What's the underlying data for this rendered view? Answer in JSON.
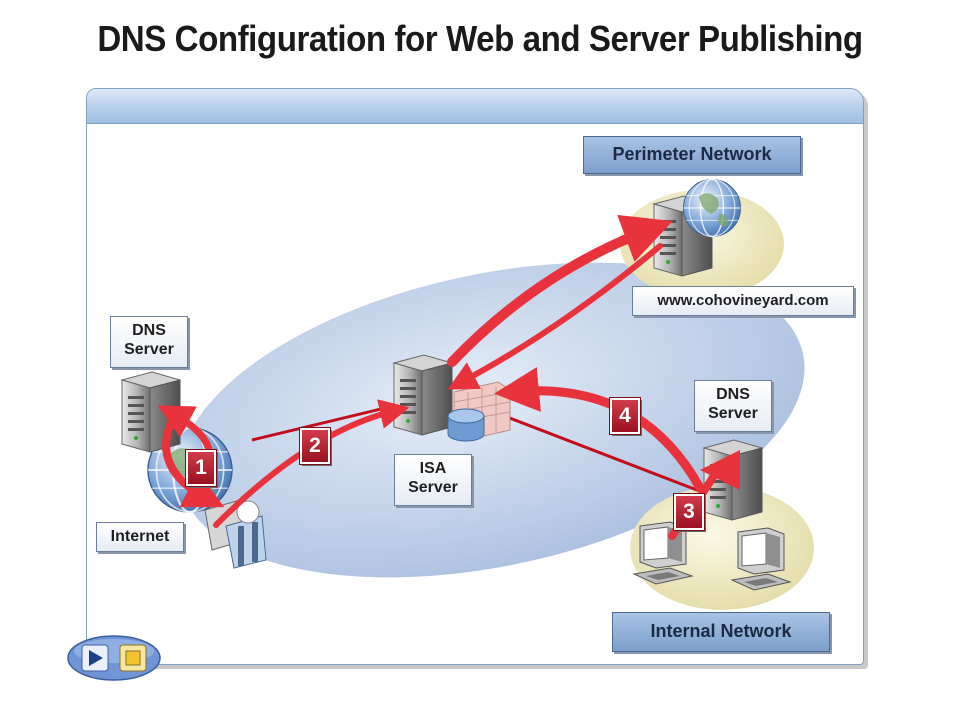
{
  "title": "DNS Configuration for Web and Server Publishing",
  "labels": {
    "perimeter_network": "Perimeter Network",
    "website": "www.cohovineyard.com",
    "dns_server_internet_line1": "DNS",
    "dns_server_internet_line2": "Server",
    "isa_server_line1": "ISA",
    "isa_server_line2": "Server",
    "dns_server_internal_line1": "DNS",
    "dns_server_internal_line2": "Server",
    "internet": "Internet",
    "internal_network": "Internal Network"
  },
  "steps": [
    "1",
    "2",
    "3",
    "4"
  ],
  "colors": {
    "arrow_red": "#e8323c",
    "link_red": "#c40d1c",
    "cloud_blue": "#c9d8ee",
    "zone_tan": "#f1edc9",
    "badge_red": "#b41a28"
  },
  "icons": [
    "globe-icon",
    "server-icon",
    "firewall-icon",
    "database-icon",
    "user-icon",
    "workstation-icon",
    "play-icon",
    "stop-icon"
  ]
}
